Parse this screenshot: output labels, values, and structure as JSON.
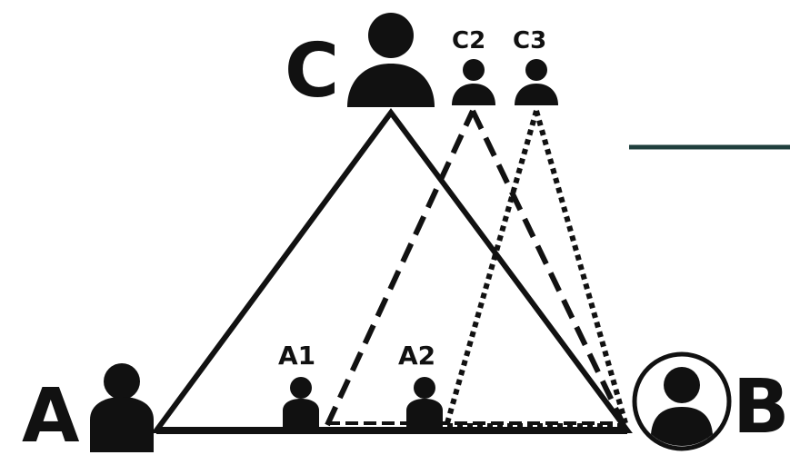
{
  "nodes": {
    "a": {
      "label": "A"
    },
    "b": {
      "label": "B"
    },
    "c": {
      "label": "C"
    },
    "a1": {
      "label": "A1"
    },
    "a2": {
      "label": "A2"
    },
    "c2": {
      "label": "C2"
    },
    "c3": {
      "label": "C3"
    }
  },
  "edges": {
    "solid_triangle": {
      "style": "solid",
      "from": "A",
      "to": "C",
      "via": "B"
    },
    "dashed": {
      "style": "dashed",
      "from": "A1",
      "to": "C2",
      "then": "B"
    },
    "dotted": {
      "style": "dotted",
      "from": "A2",
      "to": "C3",
      "then": "B"
    }
  },
  "colors": {
    "ink": "#111111",
    "accent_line": "#1f3f3d",
    "background": "#ffffff"
  }
}
